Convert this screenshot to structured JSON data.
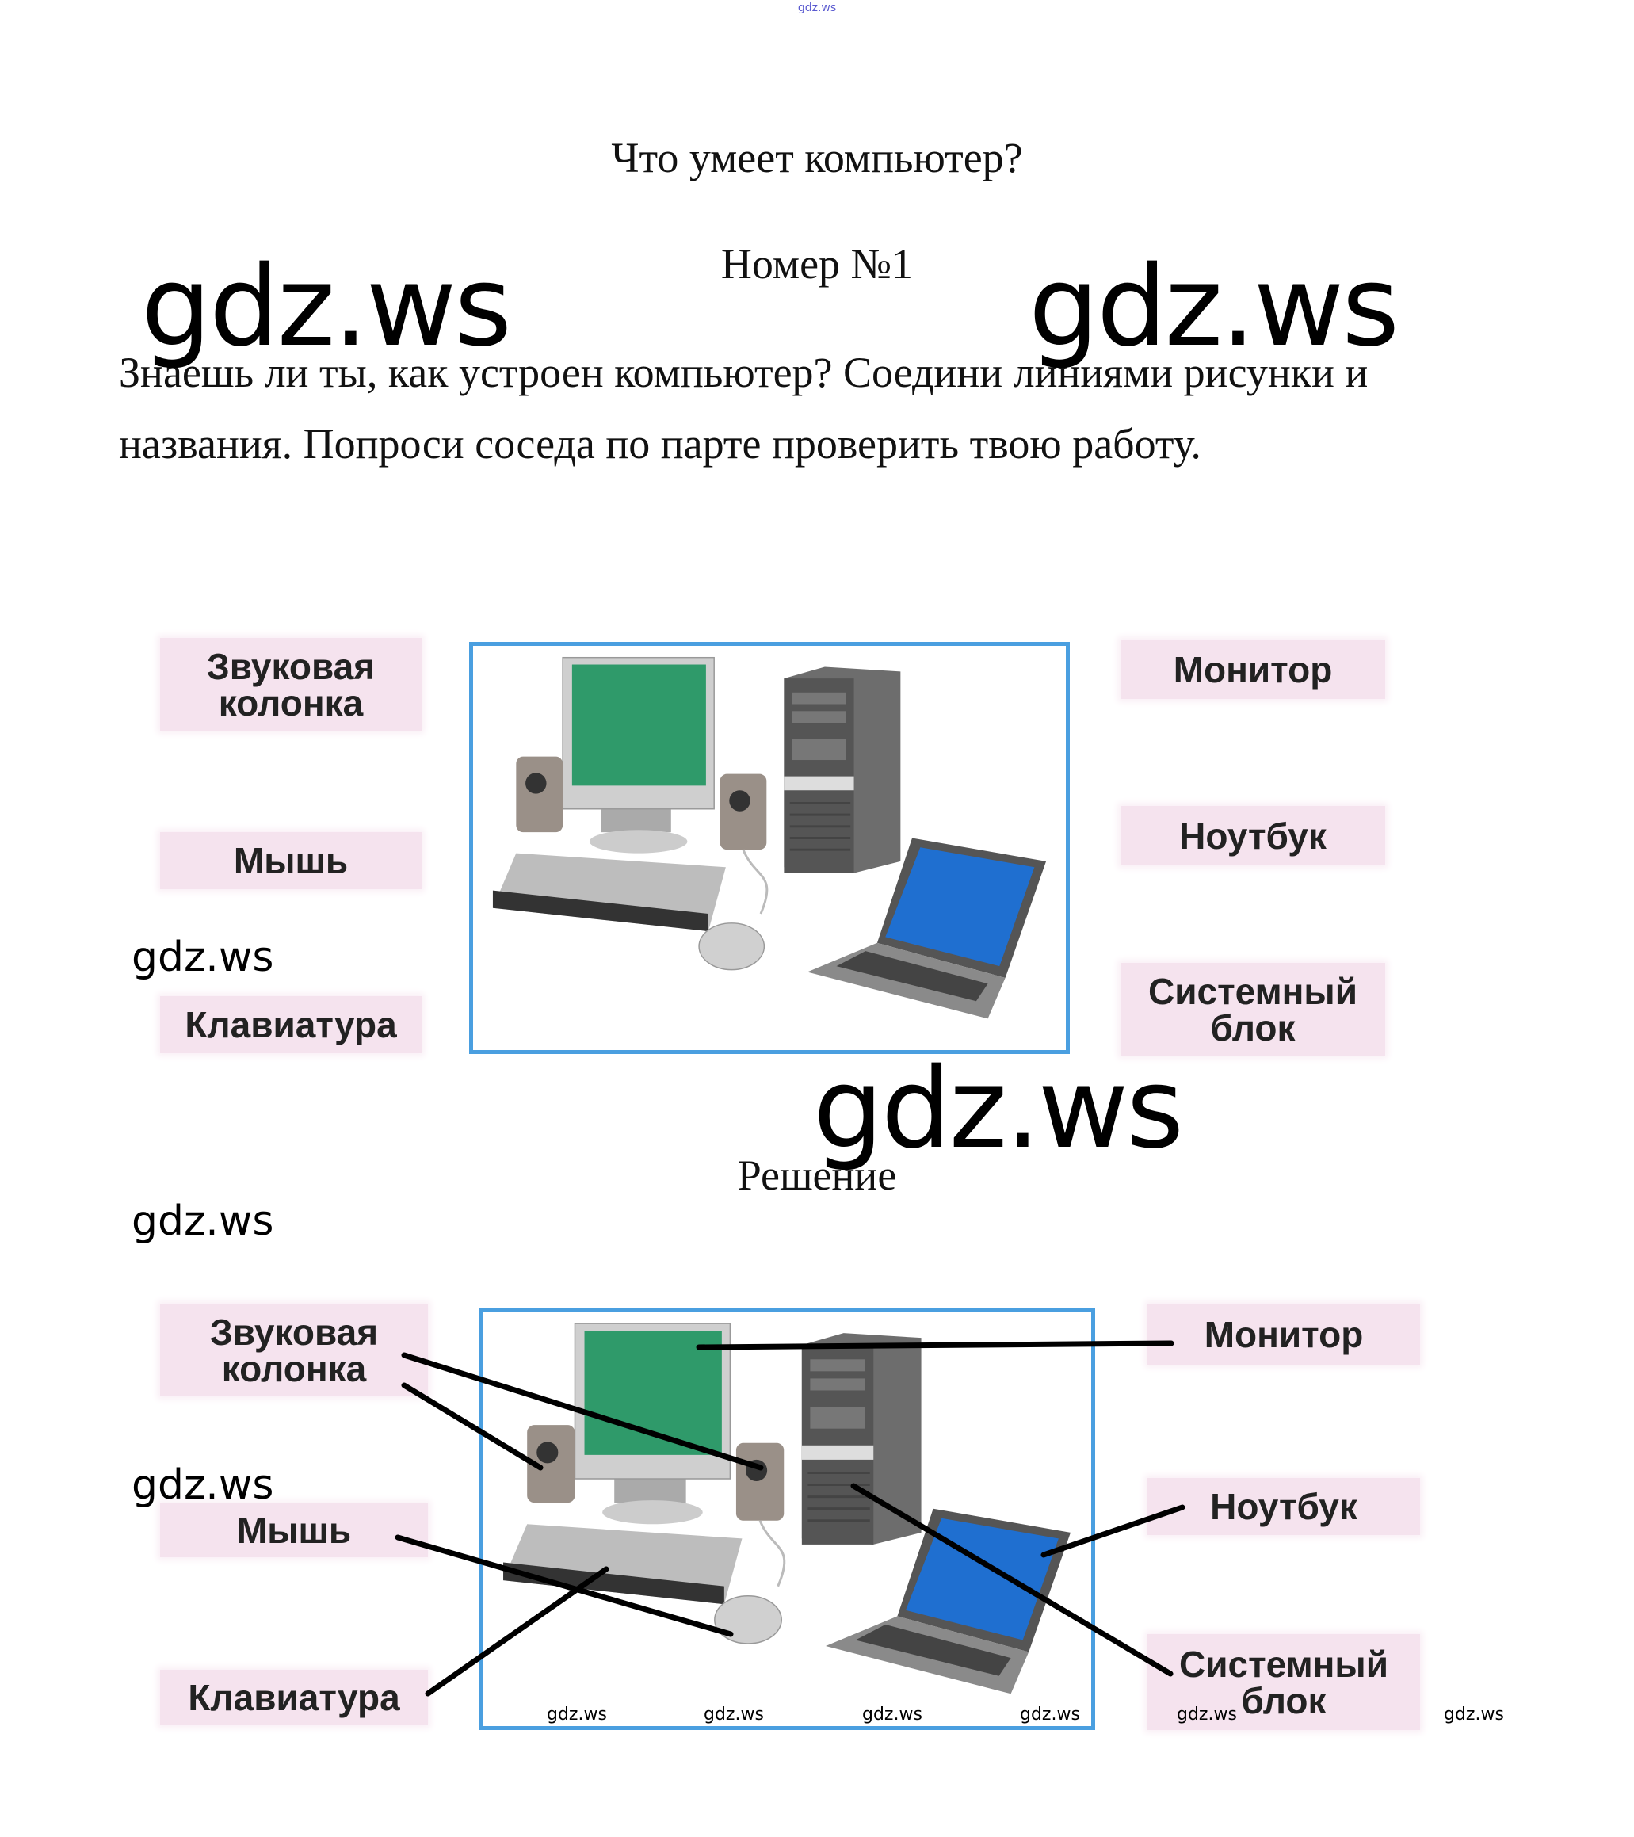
{
  "watermark": "gdz.ws",
  "title": "Что умеет компьютер?",
  "number": "Номер №1",
  "task": [
    "Знаешь ли ты, как устроен компьютер? Соедини линиями рисунки и",
    "названия. Попроси соседа по парте проверить твою работу."
  ],
  "solution_heading": "Решение",
  "labels": {
    "speaker": [
      "Звуковая",
      "колонка"
    ],
    "mouse": "Мышь",
    "keyboard": "Клавиатура",
    "monitor": "Монитор",
    "laptop": "Ноутбук",
    "system_unit": [
      "Системный",
      "блок"
    ]
  },
  "colors": {
    "frame": "#4a9fe0",
    "label_bg": "#f5e3ee",
    "screen": "#2f9a6a",
    "laptop_screen": "#1f6fd0"
  }
}
